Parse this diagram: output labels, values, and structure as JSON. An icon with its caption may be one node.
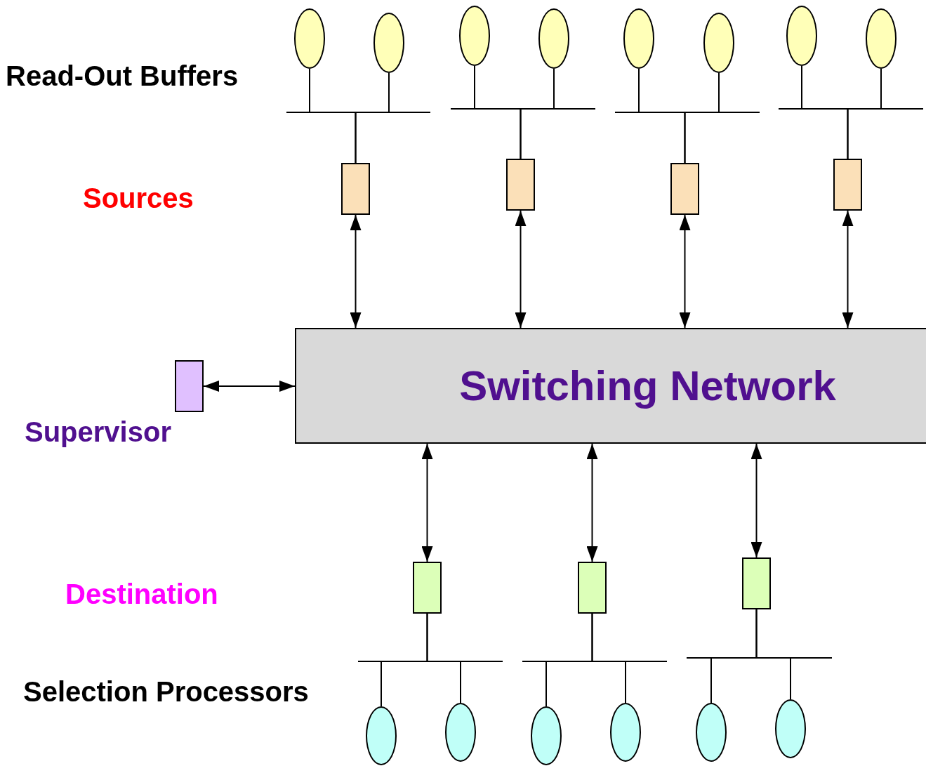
{
  "diagram": {
    "nodes": [
      {
        "text": [],
        "shape": "ellipse"
      },
      {
        "text": [],
        "shape": "ellipse"
      },
      {
        "text": [],
        "shape": "ellipse"
      },
      {
        "text": [],
        "shape": "ellipse"
      },
      {
        "text": [],
        "shape": "ellipse"
      },
      {
        "text": [],
        "shape": "ellipse"
      },
      {
        "text": [],
        "shape": "ellipse"
      },
      {
        "text": [],
        "shape": "ellipse"
      },
      {
        "text": [],
        "shape": "box"
      },
      {
        "text": [],
        "shape": "box"
      },
      {
        "text": [],
        "shape": "box"
      },
      {
        "text": [],
        "shape": "box"
      },
      {
        "text": [],
        "shape": "box"
      },
      {
        "text": [
          "Switching Network"
        ]
      },
      {
        "text": [],
        "shape": "box"
      },
      {
        "text": [],
        "shape": "box"
      },
      {
        "text": [],
        "shape": "box"
      },
      {
        "text": [],
        "shape": "ellipse"
      },
      {
        "text": [],
        "shape": "ellipse"
      },
      {
        "text": [],
        "shape": "ellipse"
      },
      {
        "text": [],
        "shape": "ellipse"
      },
      {
        "text": [],
        "shape": "ellipse"
      },
      {
        "text": [],
        "shape": "ellipse"
      }
    ],
    "edges": [
      {
        "from": 0,
        "to": 8,
        "arrow": "none"
      },
      {
        "from": 1,
        "to": 8,
        "arrow": "none"
      },
      {
        "from": 2,
        "to": 9,
        "arrow": "none"
      },
      {
        "from": 3,
        "to": 9,
        "arrow": "none"
      },
      {
        "from": 4,
        "to": 10,
        "arrow": "none"
      },
      {
        "from": 5,
        "to": 10,
        "arrow": "none"
      },
      {
        "from": 6,
        "to": 11,
        "arrow": "none"
      },
      {
        "from": 7,
        "to": 11,
        "arrow": "none"
      },
      {
        "from": 8,
        "to": 13,
        "arrow": "both"
      },
      {
        "from": 9,
        "to": 13,
        "arrow": "both"
      },
      {
        "from": 10,
        "to": 13,
        "arrow": "both"
      },
      {
        "from": 11,
        "to": 13,
        "arrow": "both"
      },
      {
        "from": 12,
        "to": 13,
        "arrow": "both"
      },
      {
        "from": 13,
        "to": 14,
        "arrow": "both"
      },
      {
        "from": 13,
        "to": 15,
        "arrow": "both"
      },
      {
        "from": 13,
        "to": 16,
        "arrow": "both"
      },
      {
        "from": 14,
        "to": 17,
        "arrow": "none"
      },
      {
        "from": 14,
        "to": 18,
        "arrow": "none"
      },
      {
        "from": 15,
        "to": 19,
        "arrow": "none"
      },
      {
        "from": 15,
        "to": 20,
        "arrow": "none"
      },
      {
        "from": 16,
        "to": 21,
        "arrow": "none"
      },
      {
        "from": 16,
        "to": 22,
        "arrow": "none"
      }
    ],
    "labels": [
      "Read-Out Buffers",
      "Sources",
      "Supervisor",
      "Destination",
      "Selection Processors"
    ]
  }
}
